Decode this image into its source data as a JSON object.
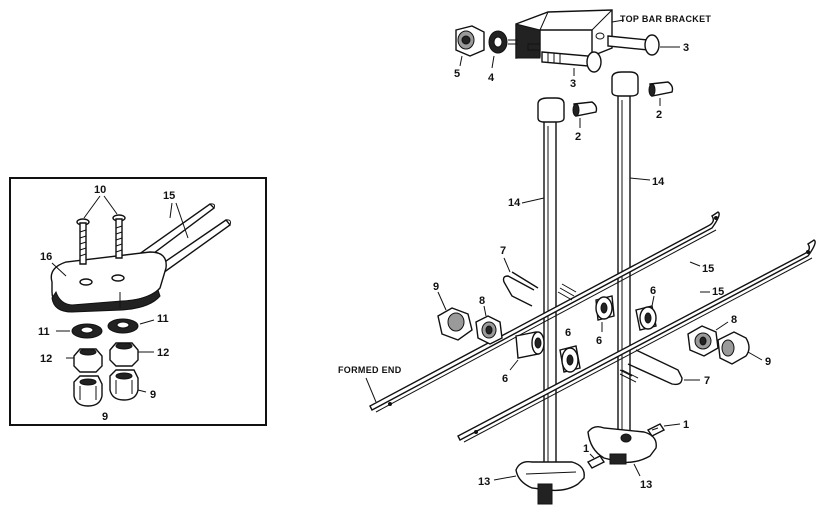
{
  "labels": {
    "top_bar_bracket": "TOP BAR BRACKET",
    "formed_end": "FORMED END",
    "n1": "1",
    "n2": "2",
    "n3": "3",
    "n4": "4",
    "n5": "5",
    "n6": "6",
    "n7": "7",
    "n8": "8",
    "n9": "9",
    "n10": "10",
    "n11": "11",
    "n12": "12",
    "n13": "13",
    "n14": "14",
    "n15": "15",
    "n16": "16"
  }
}
